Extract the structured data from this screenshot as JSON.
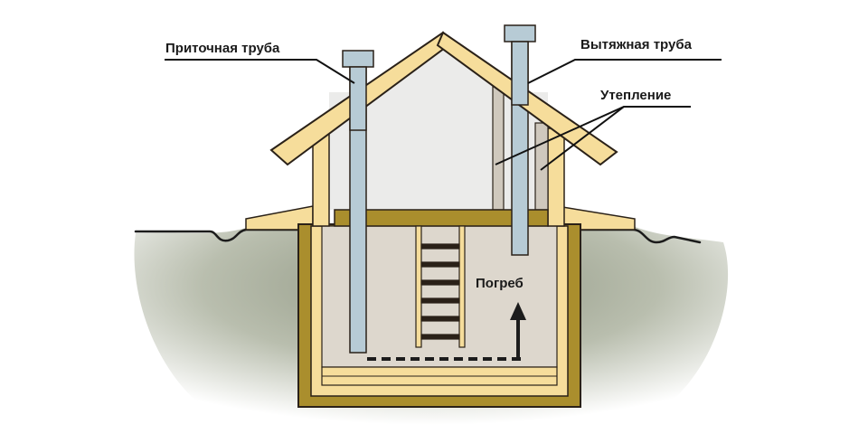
{
  "labels": {
    "intake_pipe": "Приточная труба",
    "exhaust_pipe": "Вытяжная труба",
    "insulation": "Утепление",
    "cellar": "Погреб"
  },
  "colors": {
    "wood": "#f6dd9b",
    "wood_outline": "#2a2118",
    "cellar_wall": "#aa8e2d",
    "cellar_air": "#ddd7cd",
    "room_air": "#ebebea",
    "pipe": "#b7cbd5",
    "insulation": "#cfc8bd",
    "soil": "#9aa08c",
    "line": "#111111"
  }
}
